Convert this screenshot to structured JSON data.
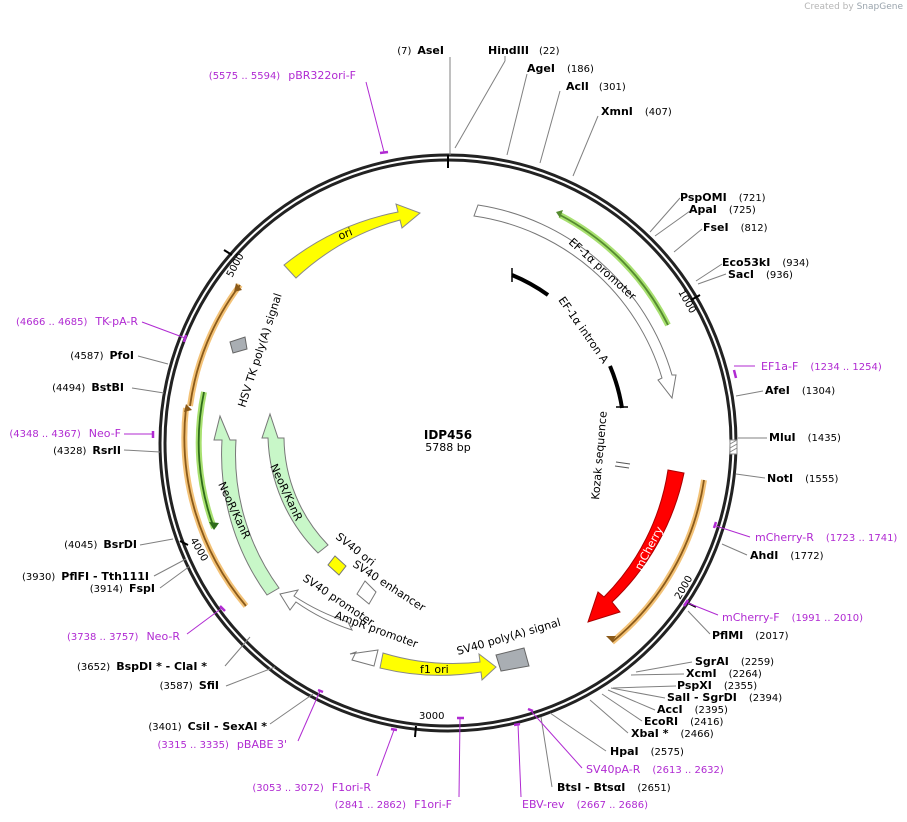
{
  "credit": {
    "prefix": "Created by",
    "brand": "SnapGene"
  },
  "plasmid": {
    "name": "IDP456",
    "size_label": "5788 bp",
    "length": 5788
  },
  "ticks": [
    "1000",
    "2000",
    "3000",
    "4000",
    "5000"
  ],
  "enzymes": [
    {
      "name": "AseI",
      "pos": "(7)"
    },
    {
      "name": "HindIII",
      "pos": "(22)"
    },
    {
      "name": "AgeI",
      "pos": "(186)"
    },
    {
      "name": "AclI",
      "pos": "(301)"
    },
    {
      "name": "XmnI",
      "pos": "(407)"
    },
    {
      "name": "PspOMI",
      "pos": "(721)"
    },
    {
      "name": "ApaI",
      "pos": "(725)"
    },
    {
      "name": "FseI",
      "pos": "(812)"
    },
    {
      "name": "Eco53kI",
      "pos": "(934)"
    },
    {
      "name": "SacI",
      "pos": "(936)"
    },
    {
      "name": "AfeI",
      "pos": "(1304)"
    },
    {
      "name": "MluI",
      "pos": "(1435)"
    },
    {
      "name": "NotI",
      "pos": "(1555)"
    },
    {
      "name": "AhdI",
      "pos": "(1772)"
    },
    {
      "name": "PflMI",
      "pos": "(2017)"
    },
    {
      "name": "SgrAI",
      "pos": "(2259)"
    },
    {
      "name": "XcmI",
      "pos": "(2264)"
    },
    {
      "name": "PspXI",
      "pos": "(2355)"
    },
    {
      "name": "SalI - SgrDI",
      "pos": "(2394)"
    },
    {
      "name": "AccI",
      "pos": "(2395)"
    },
    {
      "name": "EcoRI",
      "pos": "(2416)"
    },
    {
      "name": "XbaI *",
      "pos": "(2466)"
    },
    {
      "name": "HpaI",
      "pos": "(2575)"
    },
    {
      "name": "BtsI - BtsαI",
      "pos": "(2651)"
    },
    {
      "name": "CsiI - SexAI *",
      "pos": "(3401)"
    },
    {
      "name": "SfiI",
      "pos": "(3587)"
    },
    {
      "name": "BspDI * - ClaI *",
      "pos": "(3652)"
    },
    {
      "name": "FspI",
      "pos": "(3914)"
    },
    {
      "name": "PflFI - Tth111I",
      "pos": "(3930)"
    },
    {
      "name": "BsrDI",
      "pos": "(4045)"
    },
    {
      "name": "RsrII",
      "pos": "(4328)"
    },
    {
      "name": "BstBI",
      "pos": "(4494)"
    },
    {
      "name": "PfoI",
      "pos": "(4587)"
    }
  ],
  "primers": [
    {
      "name": "pBR322ori-F",
      "pos": "(5575 .. 5594)"
    },
    {
      "name": "EF1a-F",
      "pos": "(1234 .. 1254)"
    },
    {
      "name": "mCherry-R",
      "pos": "(1723 .. 1741)"
    },
    {
      "name": "mCherry-F",
      "pos": "(1991 .. 2010)"
    },
    {
      "name": "SV40pA-R",
      "pos": "(2613 .. 2632)"
    },
    {
      "name": "EBV-rev",
      "pos": "(2667 .. 2686)"
    },
    {
      "name": "F1ori-F",
      "pos": "(2841 .. 2862)"
    },
    {
      "name": "F1ori-R",
      "pos": "(3053 .. 3072)"
    },
    {
      "name": "pBABE 3'",
      "pos": "(3315 .. 3335)"
    },
    {
      "name": "Neo-R",
      "pos": "(3738 .. 3757)"
    },
    {
      "name": "Neo-F",
      "pos": "(4348 .. 4367)"
    },
    {
      "name": "TK-pA-R",
      "pos": "(4666 .. 4685)"
    }
  ],
  "features": [
    {
      "name": "EF-1α promoter"
    },
    {
      "name": "EF-1α intron A"
    },
    {
      "name": "Kozak sequence"
    },
    {
      "name": "mCherry"
    },
    {
      "name": "SV40 poly(A) signal"
    },
    {
      "name": "f1 ori"
    },
    {
      "name": "AmpR promoter"
    },
    {
      "name": "SV40 promoter"
    },
    {
      "name": "SV40 enhancer"
    },
    {
      "name": "SV40 ori"
    },
    {
      "name": "NeoR/KanR"
    },
    {
      "name": "NeoR/KanR"
    },
    {
      "name": "HSV TK poly(A) signal"
    },
    {
      "name": "ori"
    }
  ],
  "colors": {
    "feature_red": "#ff0000",
    "feature_yellow": "#ffff00",
    "feature_lightgreen": "#c8f7c8",
    "feature_gray": "#a9aeb3",
    "primer_purple": "#b02ad2",
    "orf_orange": "#f3c277",
    "orf_green": "#a8e070"
  }
}
